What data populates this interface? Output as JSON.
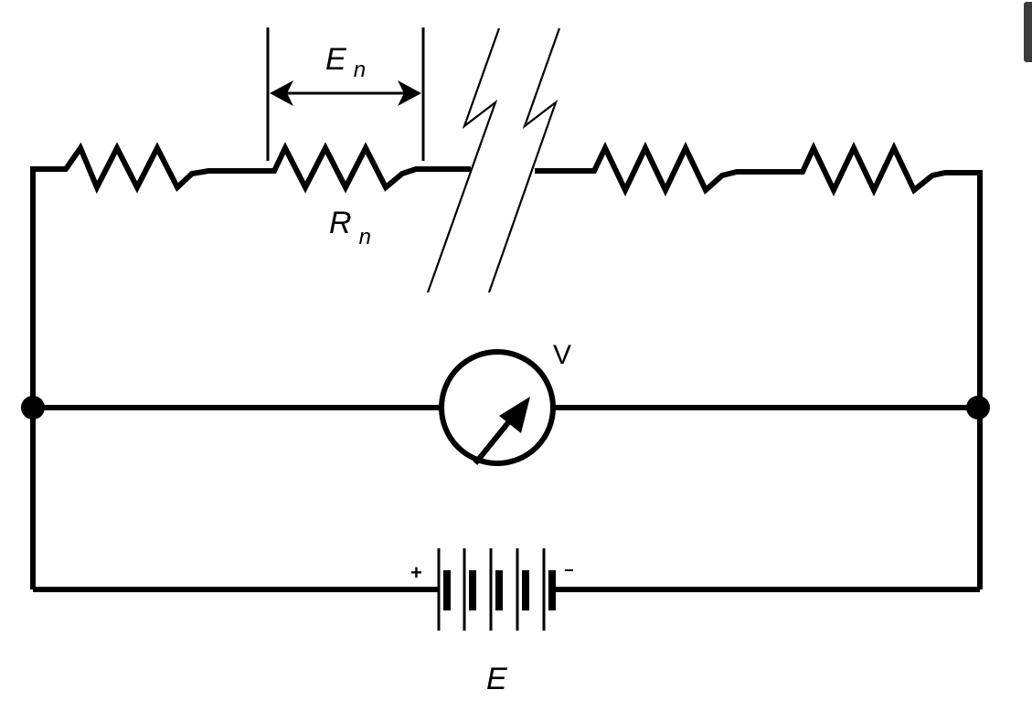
{
  "labels": {
    "segment_voltage_main": "E",
    "segment_voltage_sub": "n",
    "resistor_main": "R",
    "resistor_sub": "n",
    "voltmeter": "V",
    "battery": "E",
    "battery_plus": "+",
    "battery_minus": "−"
  },
  "components": {
    "resistors_in_chain": 4,
    "battery_cells": 5
  },
  "colors": {
    "stroke": "#000000",
    "background": "#ffffff"
  }
}
